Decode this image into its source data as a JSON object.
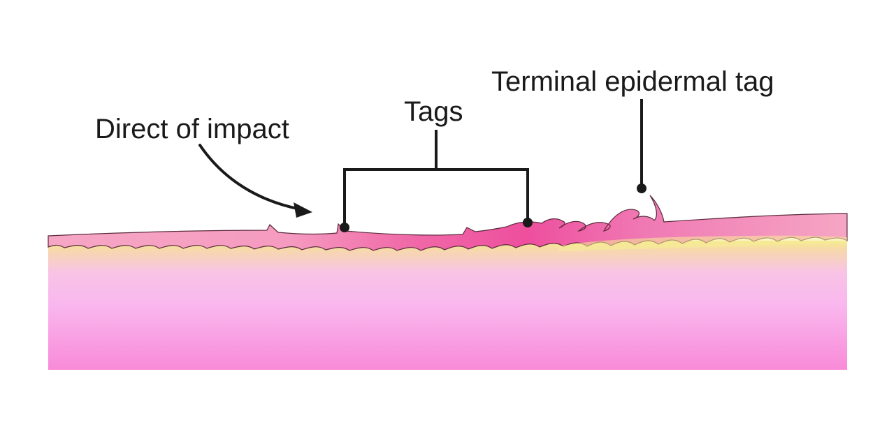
{
  "labels": {
    "impact": "Direct of impact",
    "tags": "Tags",
    "terminal": "Terminal epidermal tag"
  },
  "colors": {
    "epidermis": "#f07ab4",
    "epidermis_light": "#f7a7c6",
    "yellow_layer": "#f6ec96",
    "dermis_top": "#f8c6d6",
    "dermis_mid": "#f9baf0",
    "dermis_bottom": "#f987d6",
    "outline": "#5a2a3a",
    "line": "#1a1a1a"
  }
}
